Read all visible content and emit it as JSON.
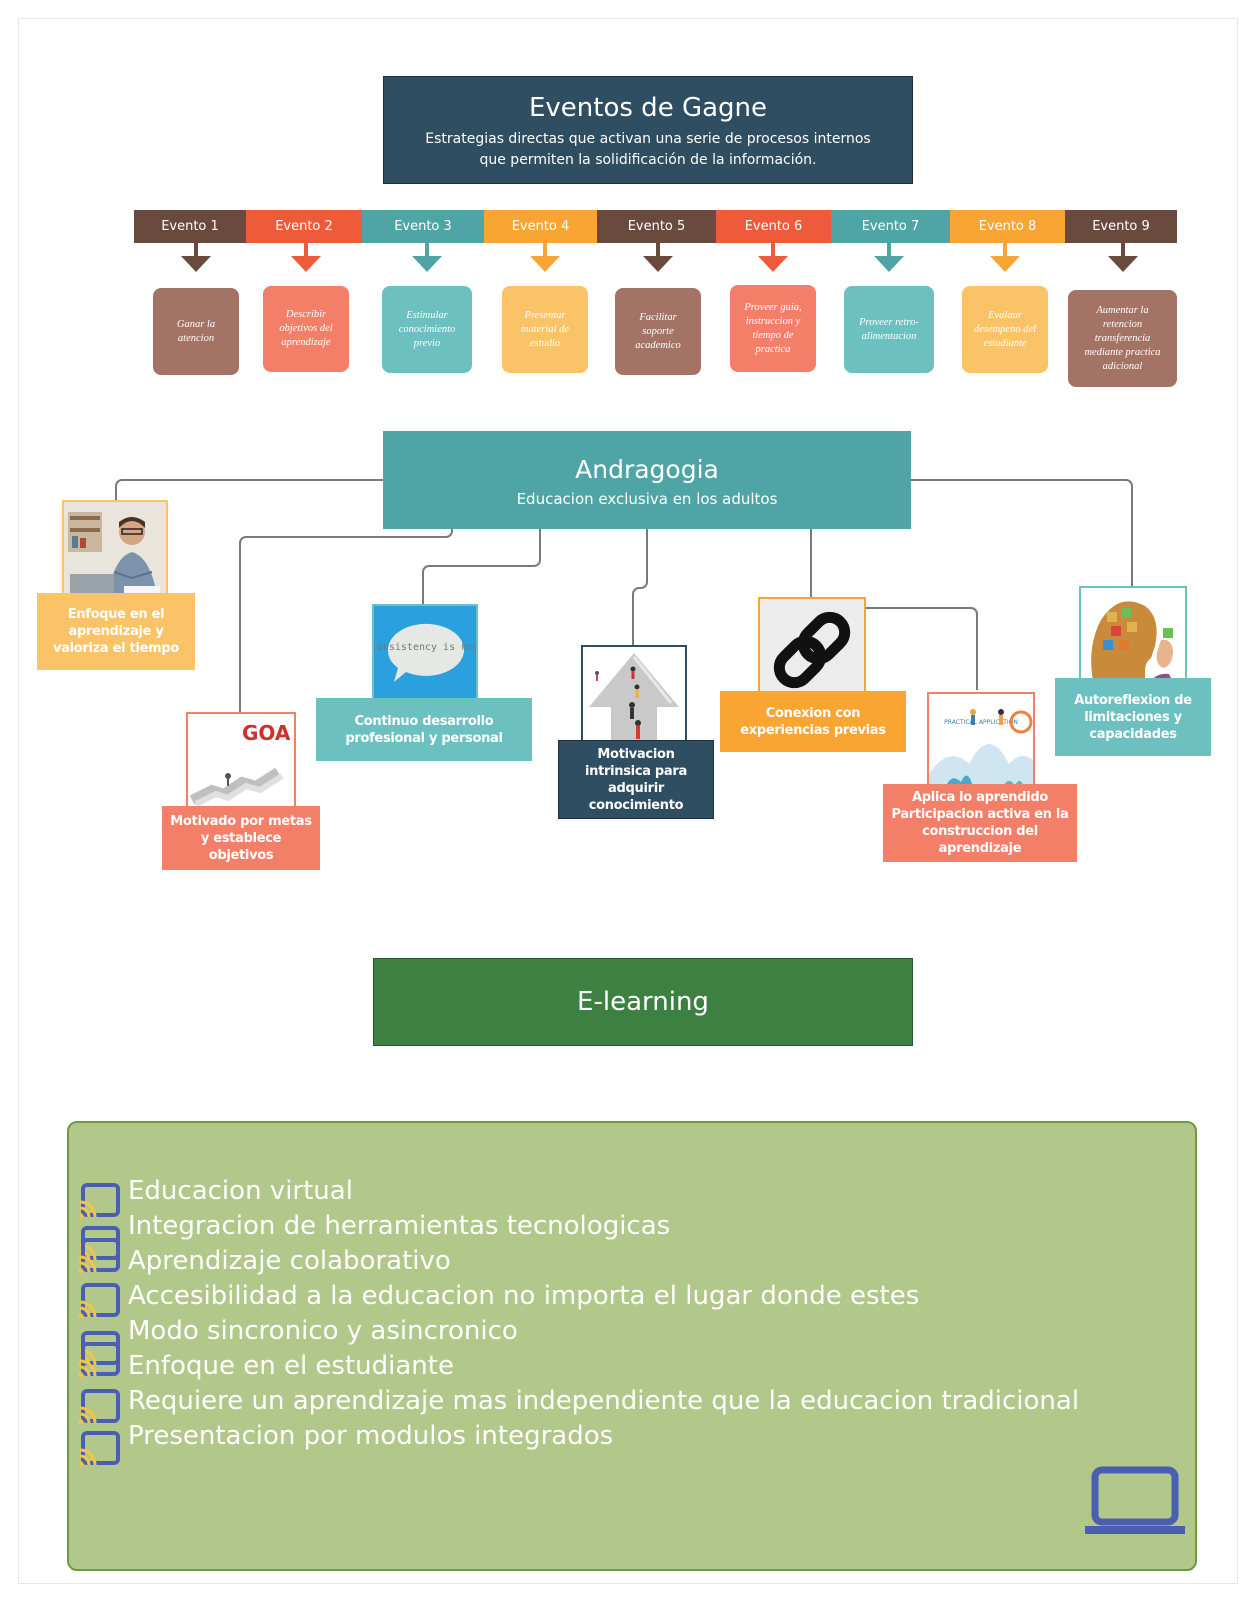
{
  "gagne": {
    "title": "Eventos de Gagne",
    "subtitle": "Estrategias directas que activan una serie de procesos internos que permiten la solidificación de la información."
  },
  "events": [
    {
      "tab": "Evento 1",
      "text": "Ganar la atencion",
      "tab_color": "#6b4a3e",
      "card_color": "#a37465"
    },
    {
      "tab": "Evento 2",
      "text": "Describir objetivos del aprendizaje",
      "tab_color": "#ef5a3a",
      "card_color": "#f47f68"
    },
    {
      "tab": "Evento 3",
      "text": "Estimular conocimiento previo",
      "tab_color": "#4fa5a5",
      "card_color": "#6cc0bf"
    },
    {
      "tab": "Evento 4",
      "text": "Presentar material de estudio",
      "tab_color": "#f9a533",
      "card_color": "#fbc367"
    },
    {
      "tab": "Evento 5",
      "text": "Facilitar soporte academico",
      "tab_color": "#6b4a3e",
      "card_color": "#a37465"
    },
    {
      "tab": "Evento 6",
      "text": "Proveer guia, instruccion y tiempo de practica",
      "tab_color": "#ef5a3a",
      "card_color": "#f47f68"
    },
    {
      "tab": "Evento 7",
      "text": "Proveer retro-alimentacion",
      "tab_color": "#4fa5a5",
      "card_color": "#6cc0bf"
    },
    {
      "tab": "Evento 8",
      "text": "Evalaur desempeno del estudiante",
      "tab_color": "#f9a533",
      "card_color": "#fbc367"
    },
    {
      "tab": "Evento 9",
      "text": "Aumentar la retencion transferencia mediante practica adicional",
      "tab_color": "#6b4a3e",
      "card_color": "#a37465"
    }
  ],
  "andragogia": {
    "title": "Andragogia",
    "subtitle": "Educacion exclusiva en los adultos",
    "nodes": [
      {
        "label": "Enfoque en el aprendizaje y valoriza el tiempo",
        "color": "#fbc367"
      },
      {
        "label": "Motivado por metas y establece objetivos",
        "color": "#f47f68"
      },
      {
        "label": "Continuo desarrollo profesional y personal",
        "color": "#6cc0bf"
      },
      {
        "label": "Motivacion intrinsica para adquirir conocimiento",
        "color": "#2f4e61"
      },
      {
        "label": "Conexion con experiencias previas",
        "color": "#f9a533"
      },
      {
        "label": "Aplica lo aprendido Participacion activa en la construccion del aprendizaje",
        "color": "#f47f68"
      },
      {
        "label": "Autoreflexion de limitaciones y capacidades",
        "color": "#6cc0bf"
      }
    ],
    "image_texts": {
      "goal": "GOA",
      "consistency": "consistency is key",
      "practice": "PRACTICAL APPLICATION"
    }
  },
  "elearning": {
    "title": "E-learning",
    "items": [
      "Educacion virtual",
      "Integracion de herramientas tecnologicas",
      "Aprendizaje colaborativo",
      "Accesibilidad a la educacion no importa el lugar donde estes",
      "Modo sincronico y asincronico",
      "Enfoque en el estudiante",
      "Requiere un aprendizaje mas independiente que la educacion tradicional",
      "Presentacion por modulos integrados"
    ],
    "bullet_icon": "cast-screen-icon",
    "corner_icon": "laptop-icon"
  }
}
